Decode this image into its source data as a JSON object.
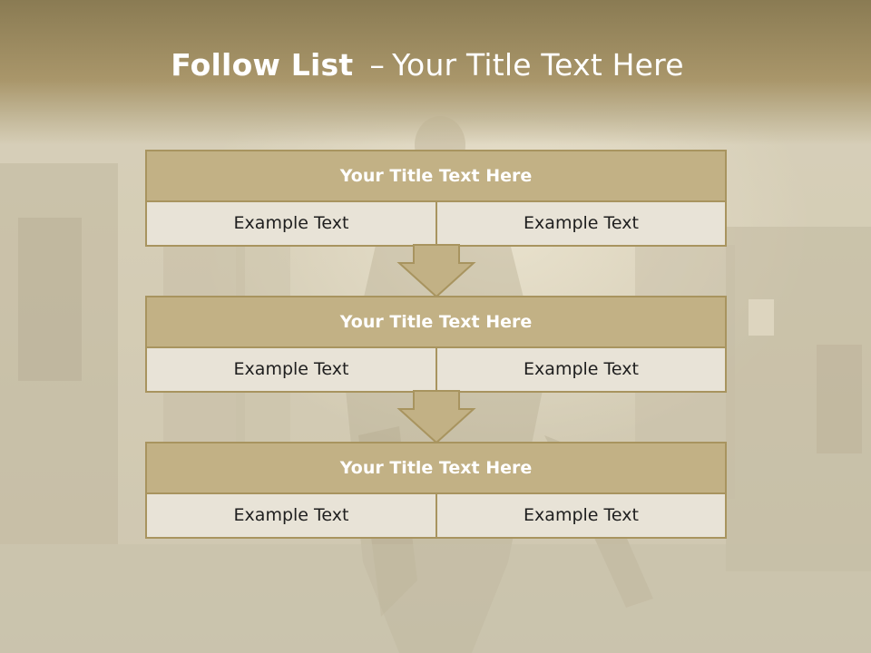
{
  "slide": {
    "title_bold": "Follow List",
    "title_separator": "–",
    "title_rest": "Your Title Text Here"
  },
  "blocks": [
    {
      "title": "Your Title Text Here",
      "left_text": "Example Text",
      "right_text": "Example Text"
    },
    {
      "title": "Your Title Text Here",
      "left_text": "Example Text",
      "right_text": "Example Text"
    },
    {
      "title": "Your Title Text Here",
      "left_text": "Example Text",
      "right_text": "Example Text"
    }
  ],
  "colors": {
    "title_band": "#8a7b53",
    "header_fill": "#c2b185",
    "border": "#a8945f",
    "cell_fill": "#e8e3d7",
    "arrow_fill": "#c2b185"
  },
  "icons": {
    "connector": "down-arrow-icon"
  }
}
